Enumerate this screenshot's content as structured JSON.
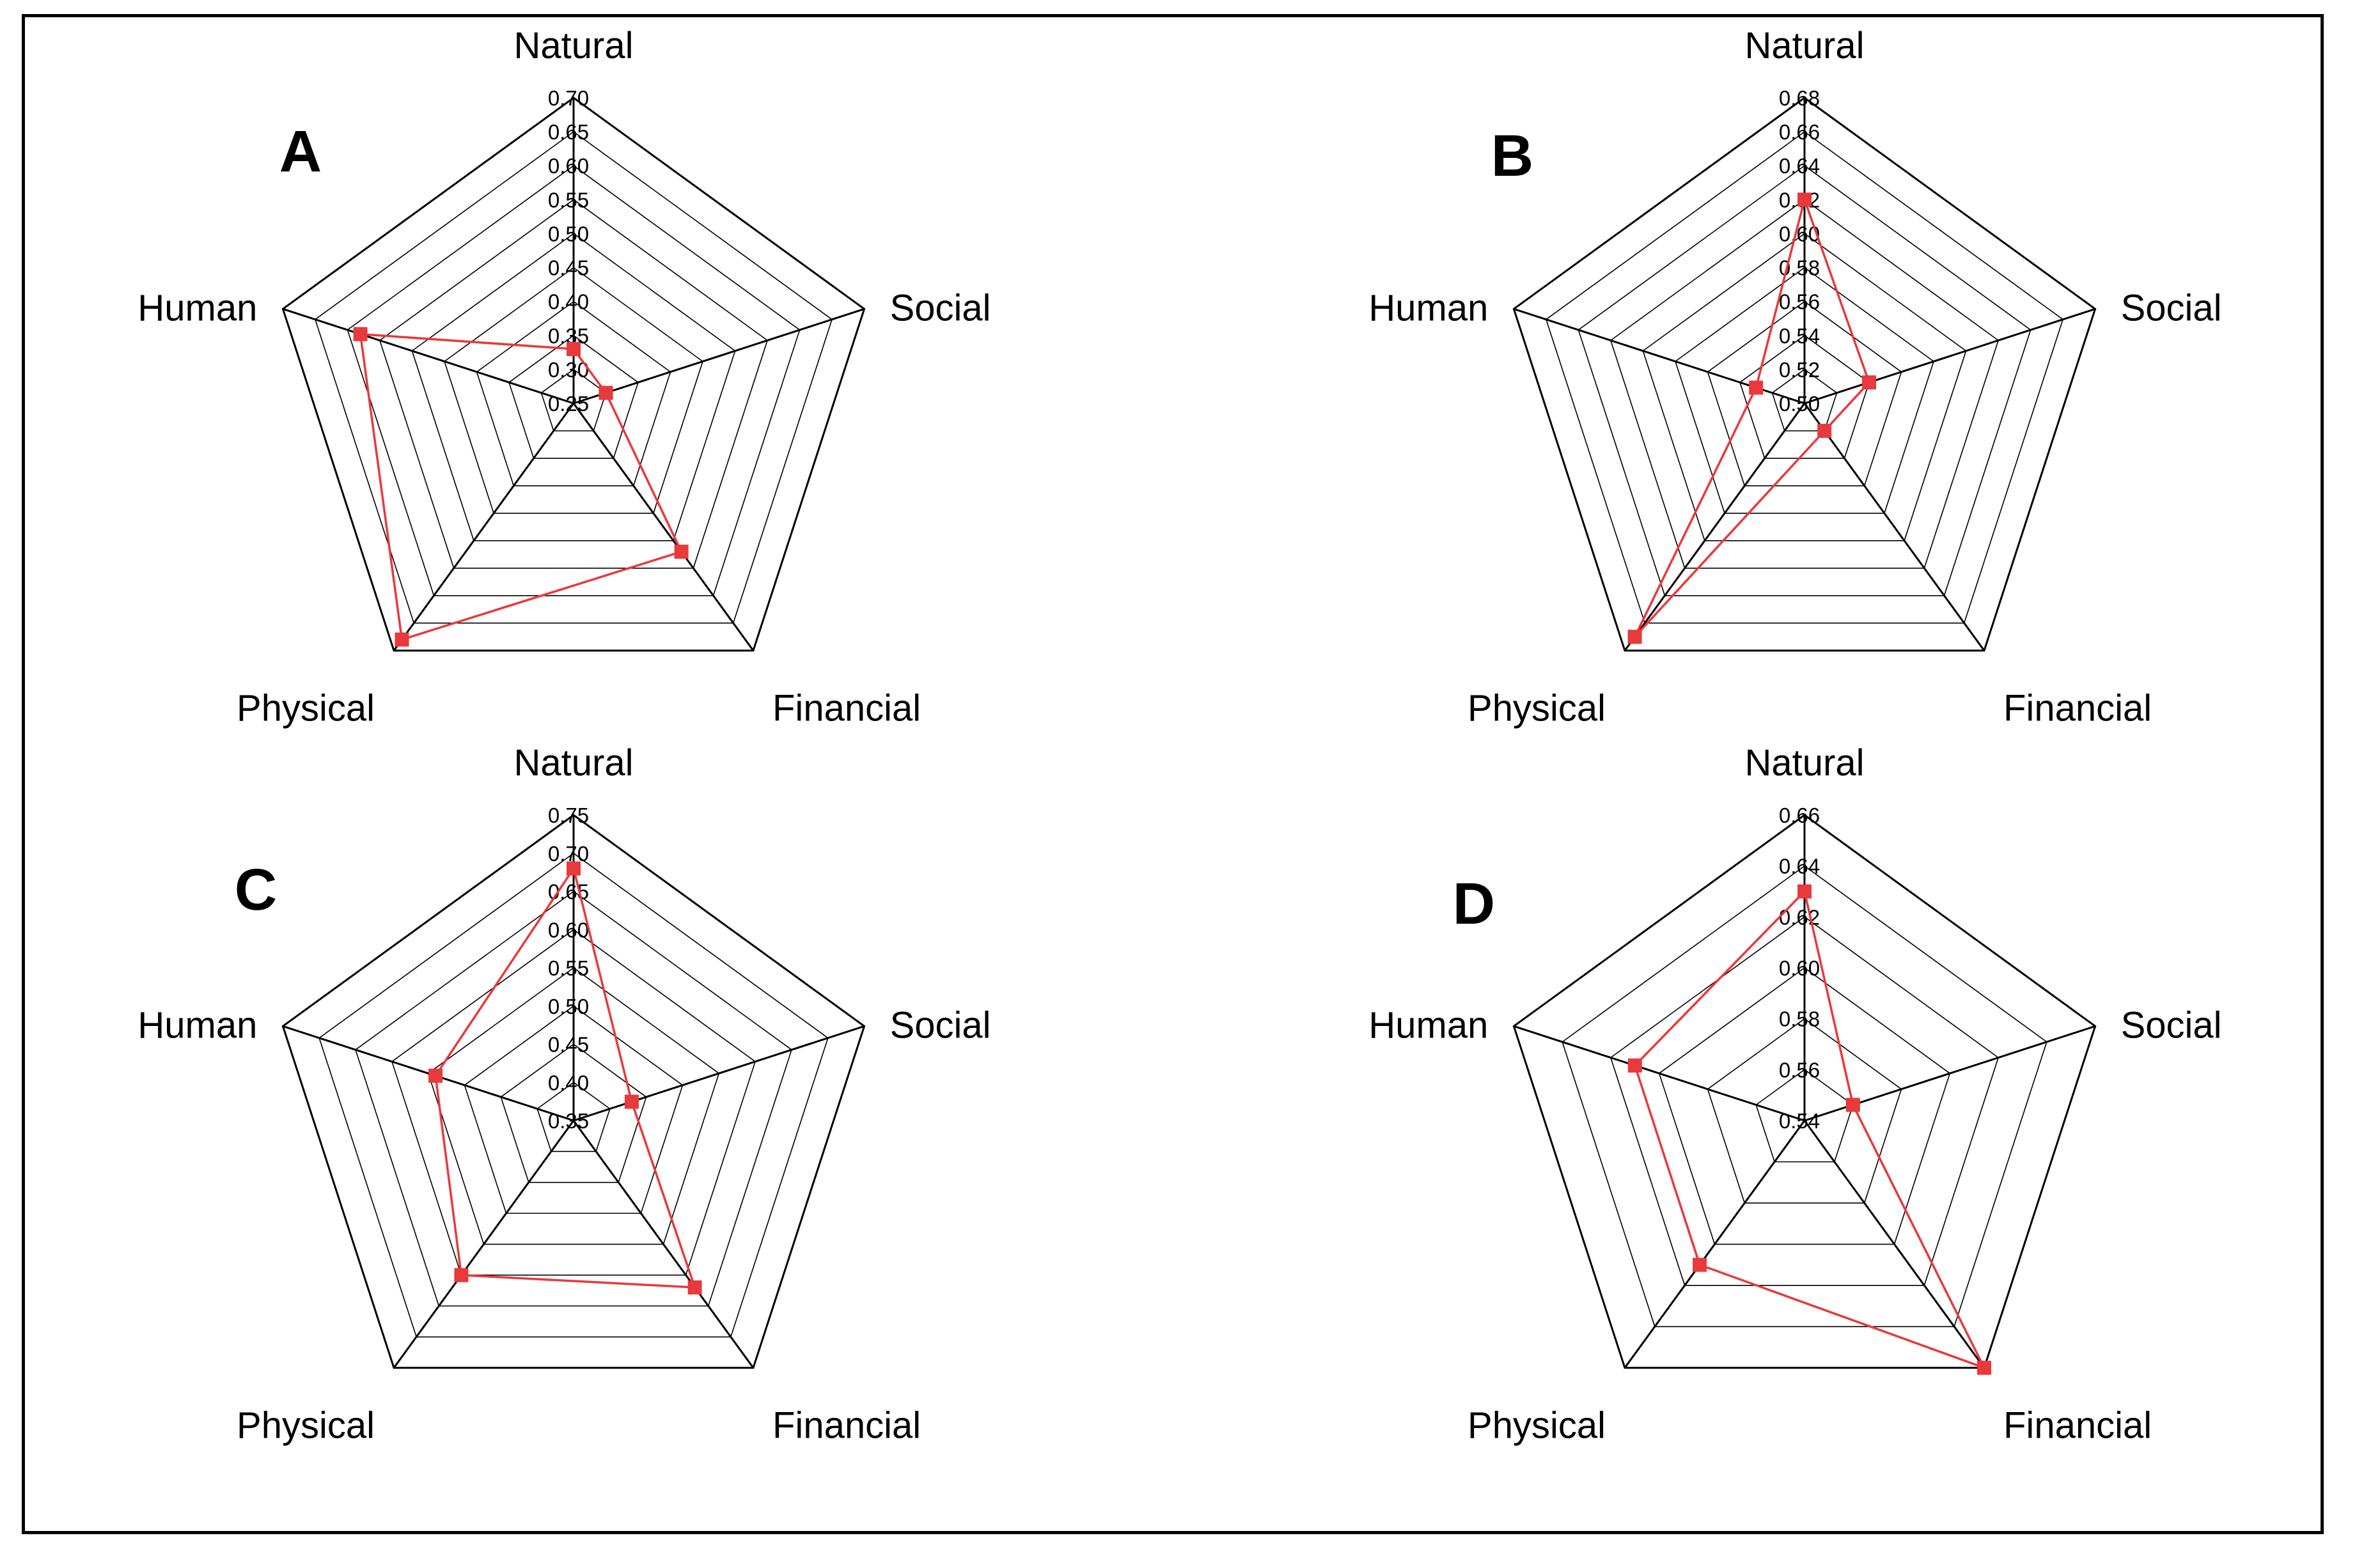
{
  "colors": {
    "grid": "#000000",
    "series": "#e8393d",
    "background": "#ffffff"
  },
  "chart_data": [
    {
      "type": "radar",
      "panel_label": "A",
      "axes": [
        "Natural",
        "Social",
        "Financial",
        "Physical",
        "Human"
      ],
      "rlim": [
        0.25,
        0.7
      ],
      "ticks": [
        "0.25",
        "0.30",
        "0.35",
        "0.40",
        "0.45",
        "0.50",
        "0.55",
        "0.60",
        "0.65",
        "0.70"
      ],
      "values": [
        0.33,
        0.3,
        0.52,
        0.68,
        0.58
      ]
    },
    {
      "type": "radar",
      "panel_label": "B",
      "axes": [
        "Natural",
        "Social",
        "Financial",
        "Physical",
        "Human"
      ],
      "rlim": [
        0.5,
        0.68
      ],
      "ticks": [
        "0.50",
        "0.52",
        "0.54",
        "0.56",
        "0.58",
        "0.60",
        "0.62",
        "0.64",
        "0.66",
        "0.68"
      ],
      "values": [
        0.62,
        0.54,
        0.52,
        0.67,
        0.53
      ]
    },
    {
      "type": "radar",
      "panel_label": "C",
      "axes": [
        "Natural",
        "Social",
        "Financial",
        "Physical",
        "Human"
      ],
      "rlim": [
        0.35,
        0.75
      ],
      "ticks": [
        "0.35",
        "0.40",
        "0.45",
        "0.50",
        "0.55",
        "0.60",
        "0.65",
        "0.70",
        "0.75"
      ],
      "values": [
        0.68,
        0.43,
        0.62,
        0.6,
        0.54
      ]
    },
    {
      "type": "radar",
      "panel_label": "D",
      "axes": [
        "Natural",
        "Social",
        "Financial",
        "Physical",
        "Human"
      ],
      "rlim": [
        0.54,
        0.66
      ],
      "ticks": [
        "0.54",
        "0.56",
        "0.58",
        "0.60",
        "0.62",
        "0.64",
        "0.66"
      ],
      "values": [
        0.63,
        0.56,
        0.66,
        0.61,
        0.61
      ]
    }
  ]
}
